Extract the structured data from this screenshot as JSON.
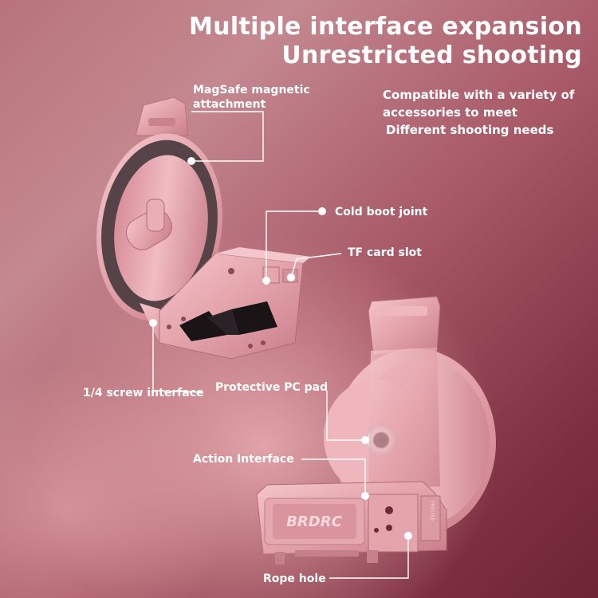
{
  "headline": {
    "line1": "Multiple interface expansion",
    "line2": "Unrestricted shooting"
  },
  "note": {
    "line1": "Compatible with a variety of",
    "line2": "accessories to meet",
    "line3": "Different shooting needs"
  },
  "labels": {
    "magsafe_line1": "MagSafe magnetic",
    "magsafe_line2": "attachment",
    "cold_boot": "Cold boot joint",
    "tf_card": "TF card slot",
    "screw": "1/4 screw interface",
    "pc_pad": "Protective PC pad",
    "action": "Action Interface",
    "rope": "Rope hole"
  },
  "product": {
    "brand": "BRDRC",
    "side_mark": "PRECISE"
  },
  "colors": {
    "bg_dark": "#6e2436",
    "bg_light": "#ecb2b4",
    "metal_pink": "#e7a9b0",
    "magnet_ring": "#5a4a4e",
    "text": "#ffffff"
  }
}
